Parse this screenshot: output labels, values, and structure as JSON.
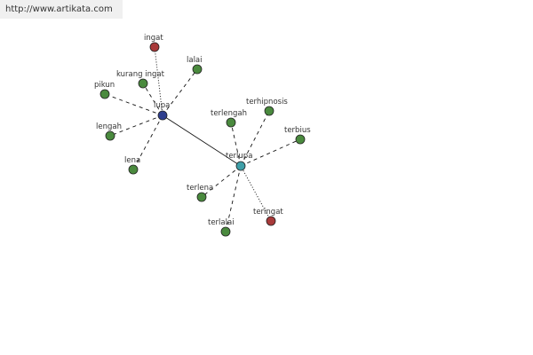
{
  "watermark": "http://www.artikata.com",
  "colors": {
    "hub_lupa": "#2e3e8e",
    "hub_terlupa": "#3f9fa8",
    "synonym": "#4a8a3e",
    "antonym": "#a83a3a"
  },
  "nodes": {
    "lupa": "lupa",
    "terlupa": "terlupa",
    "ingat": "ingat",
    "lalai": "lalai",
    "kurang_ingat": "kurang ingat",
    "pikun": "pikun",
    "lengah": "lengah",
    "lena": "lena",
    "terlengah": "terlengah",
    "terhipnosis": "terhipnosis",
    "terbius": "terbius",
    "terlena": "terlena",
    "terlalai": "terlalai",
    "teringat": "teringat"
  }
}
